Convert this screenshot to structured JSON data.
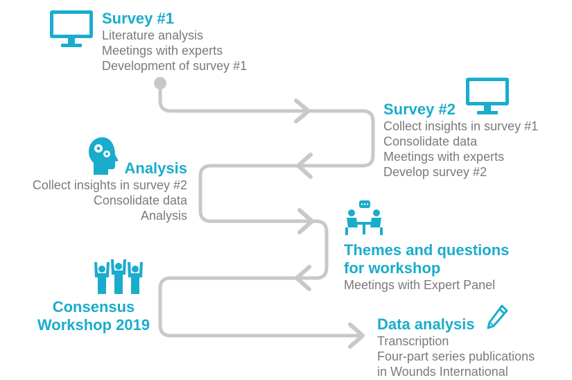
{
  "survey1": {
    "title": "Survey #1",
    "lines": [
      "Literature analysis",
      "Meetings with experts",
      "Development of survey #1"
    ]
  },
  "survey2": {
    "title": "Survey #2",
    "lines": [
      "Collect insights in survey #1",
      "Consolidate data",
      "Meetings with experts",
      "Develop survey #2"
    ]
  },
  "analysis": {
    "title": "Analysis",
    "lines": [
      "Collect insights in survey #2",
      "Consolidate data",
      "Analysis"
    ]
  },
  "themes": {
    "title_line1": "Themes and questions",
    "title_line2": "for workshop",
    "lines": [
      "Meetings with Expert Panel"
    ]
  },
  "consensus": {
    "title_line1": "Consensus",
    "title_line2": "Workshop 2019"
  },
  "data_analysis": {
    "title": "Data analysis",
    "lines": [
      "Transcription",
      "Four-part series publications",
      "in Wounds International"
    ]
  },
  "colors": {
    "accent": "#1aaccc",
    "text": "#7a7a7a",
    "path": "#c8c8c8"
  },
  "icons": [
    "monitor-icon",
    "monitor-icon",
    "head-gears-icon",
    "meeting-icon",
    "people-raised-hands-icon",
    "pencil-icon"
  ]
}
